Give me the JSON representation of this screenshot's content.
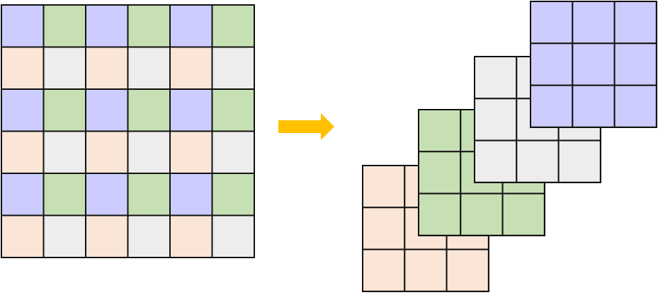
{
  "diagram": {
    "description_colors": {
      "purple": "#ccccff",
      "green": "#c6e0b4",
      "peach": "#fbe5d6",
      "gray": "#ededed",
      "outline": "#111111",
      "arrow": "#ffc000"
    },
    "source_grid": {
      "rows": 6,
      "cols": 6,
      "pattern": [
        [
          "purple",
          "green",
          "purple",
          "green",
          "purple",
          "green"
        ],
        [
          "peach",
          "gray",
          "peach",
          "gray",
          "peach",
          "gray"
        ],
        [
          "purple",
          "green",
          "purple",
          "green",
          "purple",
          "green"
        ],
        [
          "peach",
          "gray",
          "peach",
          "gray",
          "peach",
          "gray"
        ],
        [
          "purple",
          "green",
          "purple",
          "green",
          "purple",
          "green"
        ],
        [
          "peach",
          "gray",
          "peach",
          "gray",
          "peach",
          "gray"
        ]
      ]
    },
    "arrow": {
      "direction": "right",
      "icon": "arrow-right-icon"
    },
    "output_stack": {
      "layer_rows": 3,
      "layer_cols": 3,
      "layers_back_to_front": [
        "peach",
        "green",
        "gray",
        "purple"
      ]
    }
  }
}
